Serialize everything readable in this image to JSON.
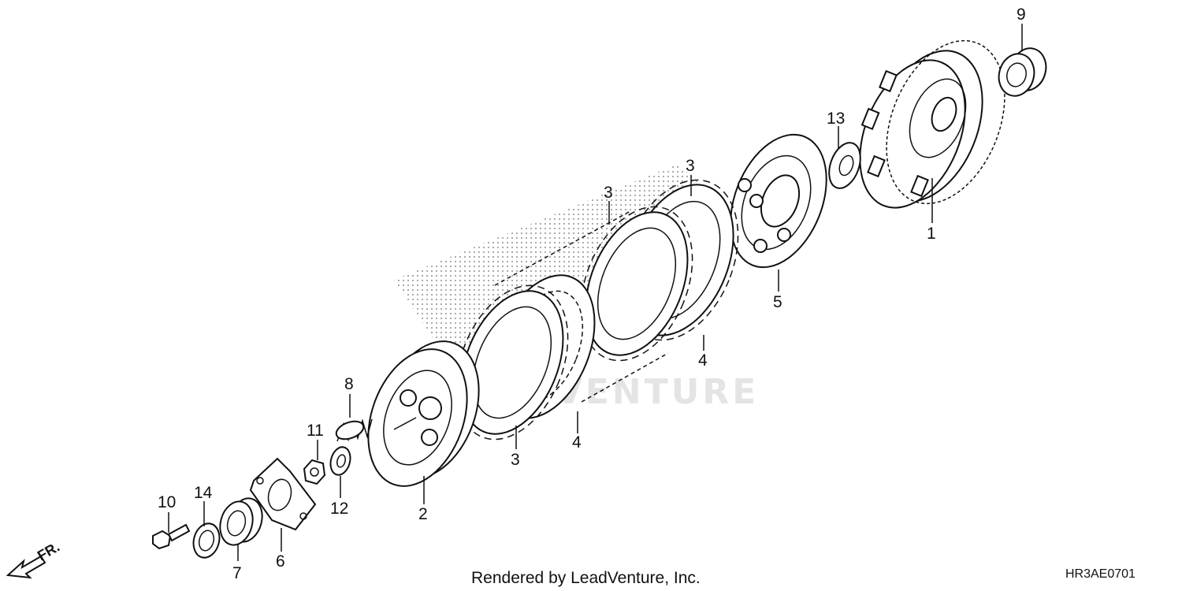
{
  "watermark": "LEADVENTURE",
  "footer": {
    "credit": "Rendered by LeadVenture, Inc.",
    "diagram_code": "HR3AE0701"
  },
  "direction_label": "FR.",
  "callouts": {
    "part_1": "1",
    "part_2": "2",
    "part_3_a": "3",
    "part_3_b": "3",
    "part_3_c": "3",
    "part_4_a": "4",
    "part_4_b": "4",
    "part_5": "5",
    "part_6": "6",
    "part_7": "7",
    "part_8": "8",
    "part_9": "9",
    "part_10": "10",
    "part_11": "11",
    "part_12": "12",
    "part_13": "13",
    "part_14": "14"
  }
}
